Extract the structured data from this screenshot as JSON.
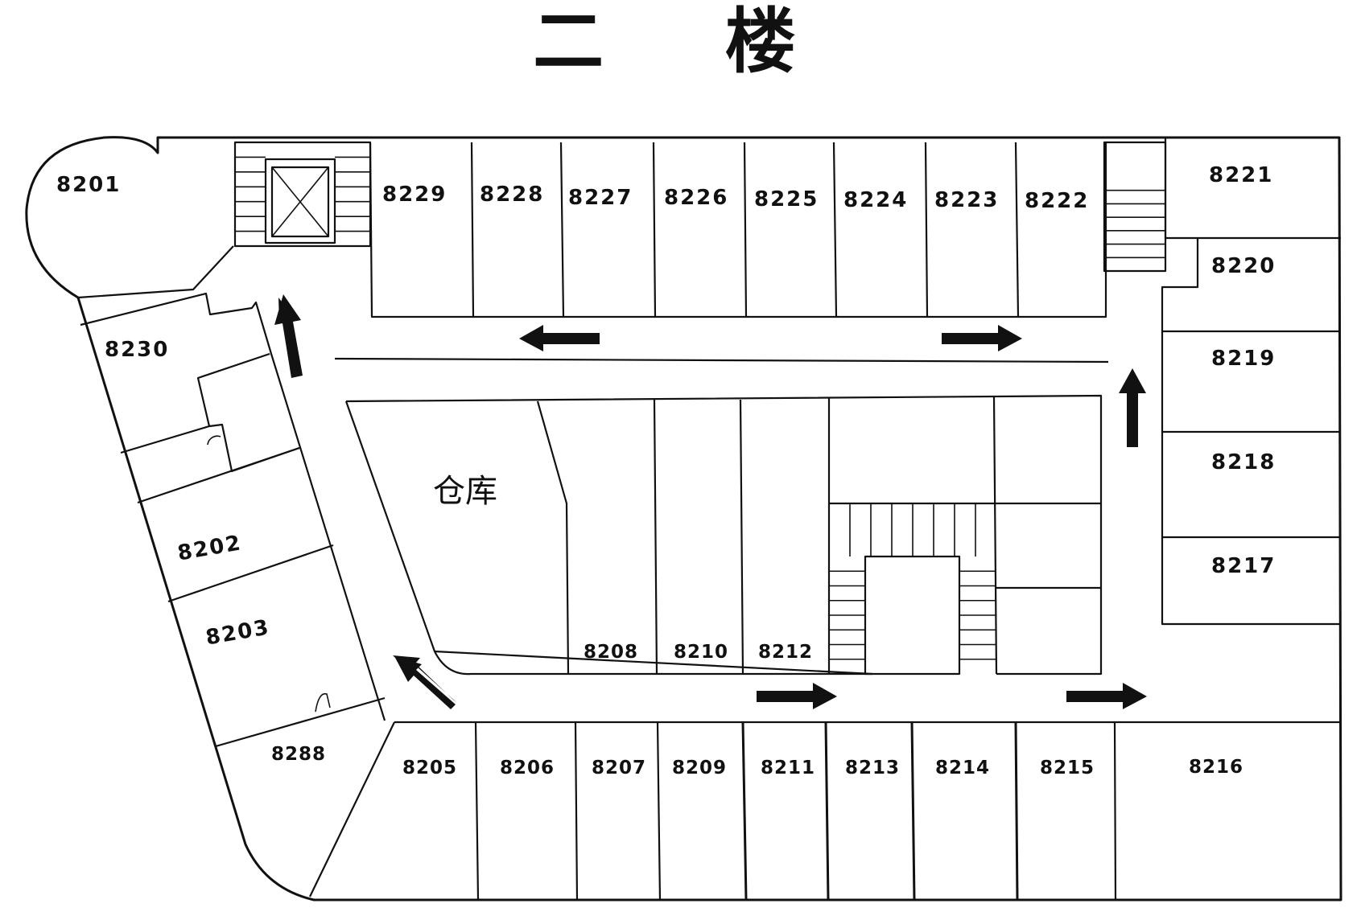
{
  "title": "二 楼",
  "storage_label": "仓库",
  "units": {
    "u8201": "8201",
    "u8202": "8202",
    "u8203": "8203",
    "u8205": "8205",
    "u8206": "8206",
    "u8207": "8207",
    "u8208": "8208",
    "u8209": "8209",
    "u8210": "8210",
    "u8211": "8211",
    "u8212": "8212",
    "u8213": "8213",
    "u8214": "8214",
    "u8215": "8215",
    "u8216": "8216",
    "u8217": "8217",
    "u8218": "8218",
    "u8219": "8219",
    "u8220": "8220",
    "u8221": "8221",
    "u8222": "8222",
    "u8223": "8223",
    "u8224": "8224",
    "u8225": "8225",
    "u8226": "8226",
    "u8227": "8227",
    "u8228": "8228",
    "u8229": "8229",
    "u8230": "8230",
    "u8288": "8288"
  },
  "arrow_directions": [
    "up",
    "left",
    "right",
    "up",
    "up-left",
    "right",
    "right"
  ],
  "colors": {
    "line": "#111111",
    "background": "#ffffff"
  }
}
